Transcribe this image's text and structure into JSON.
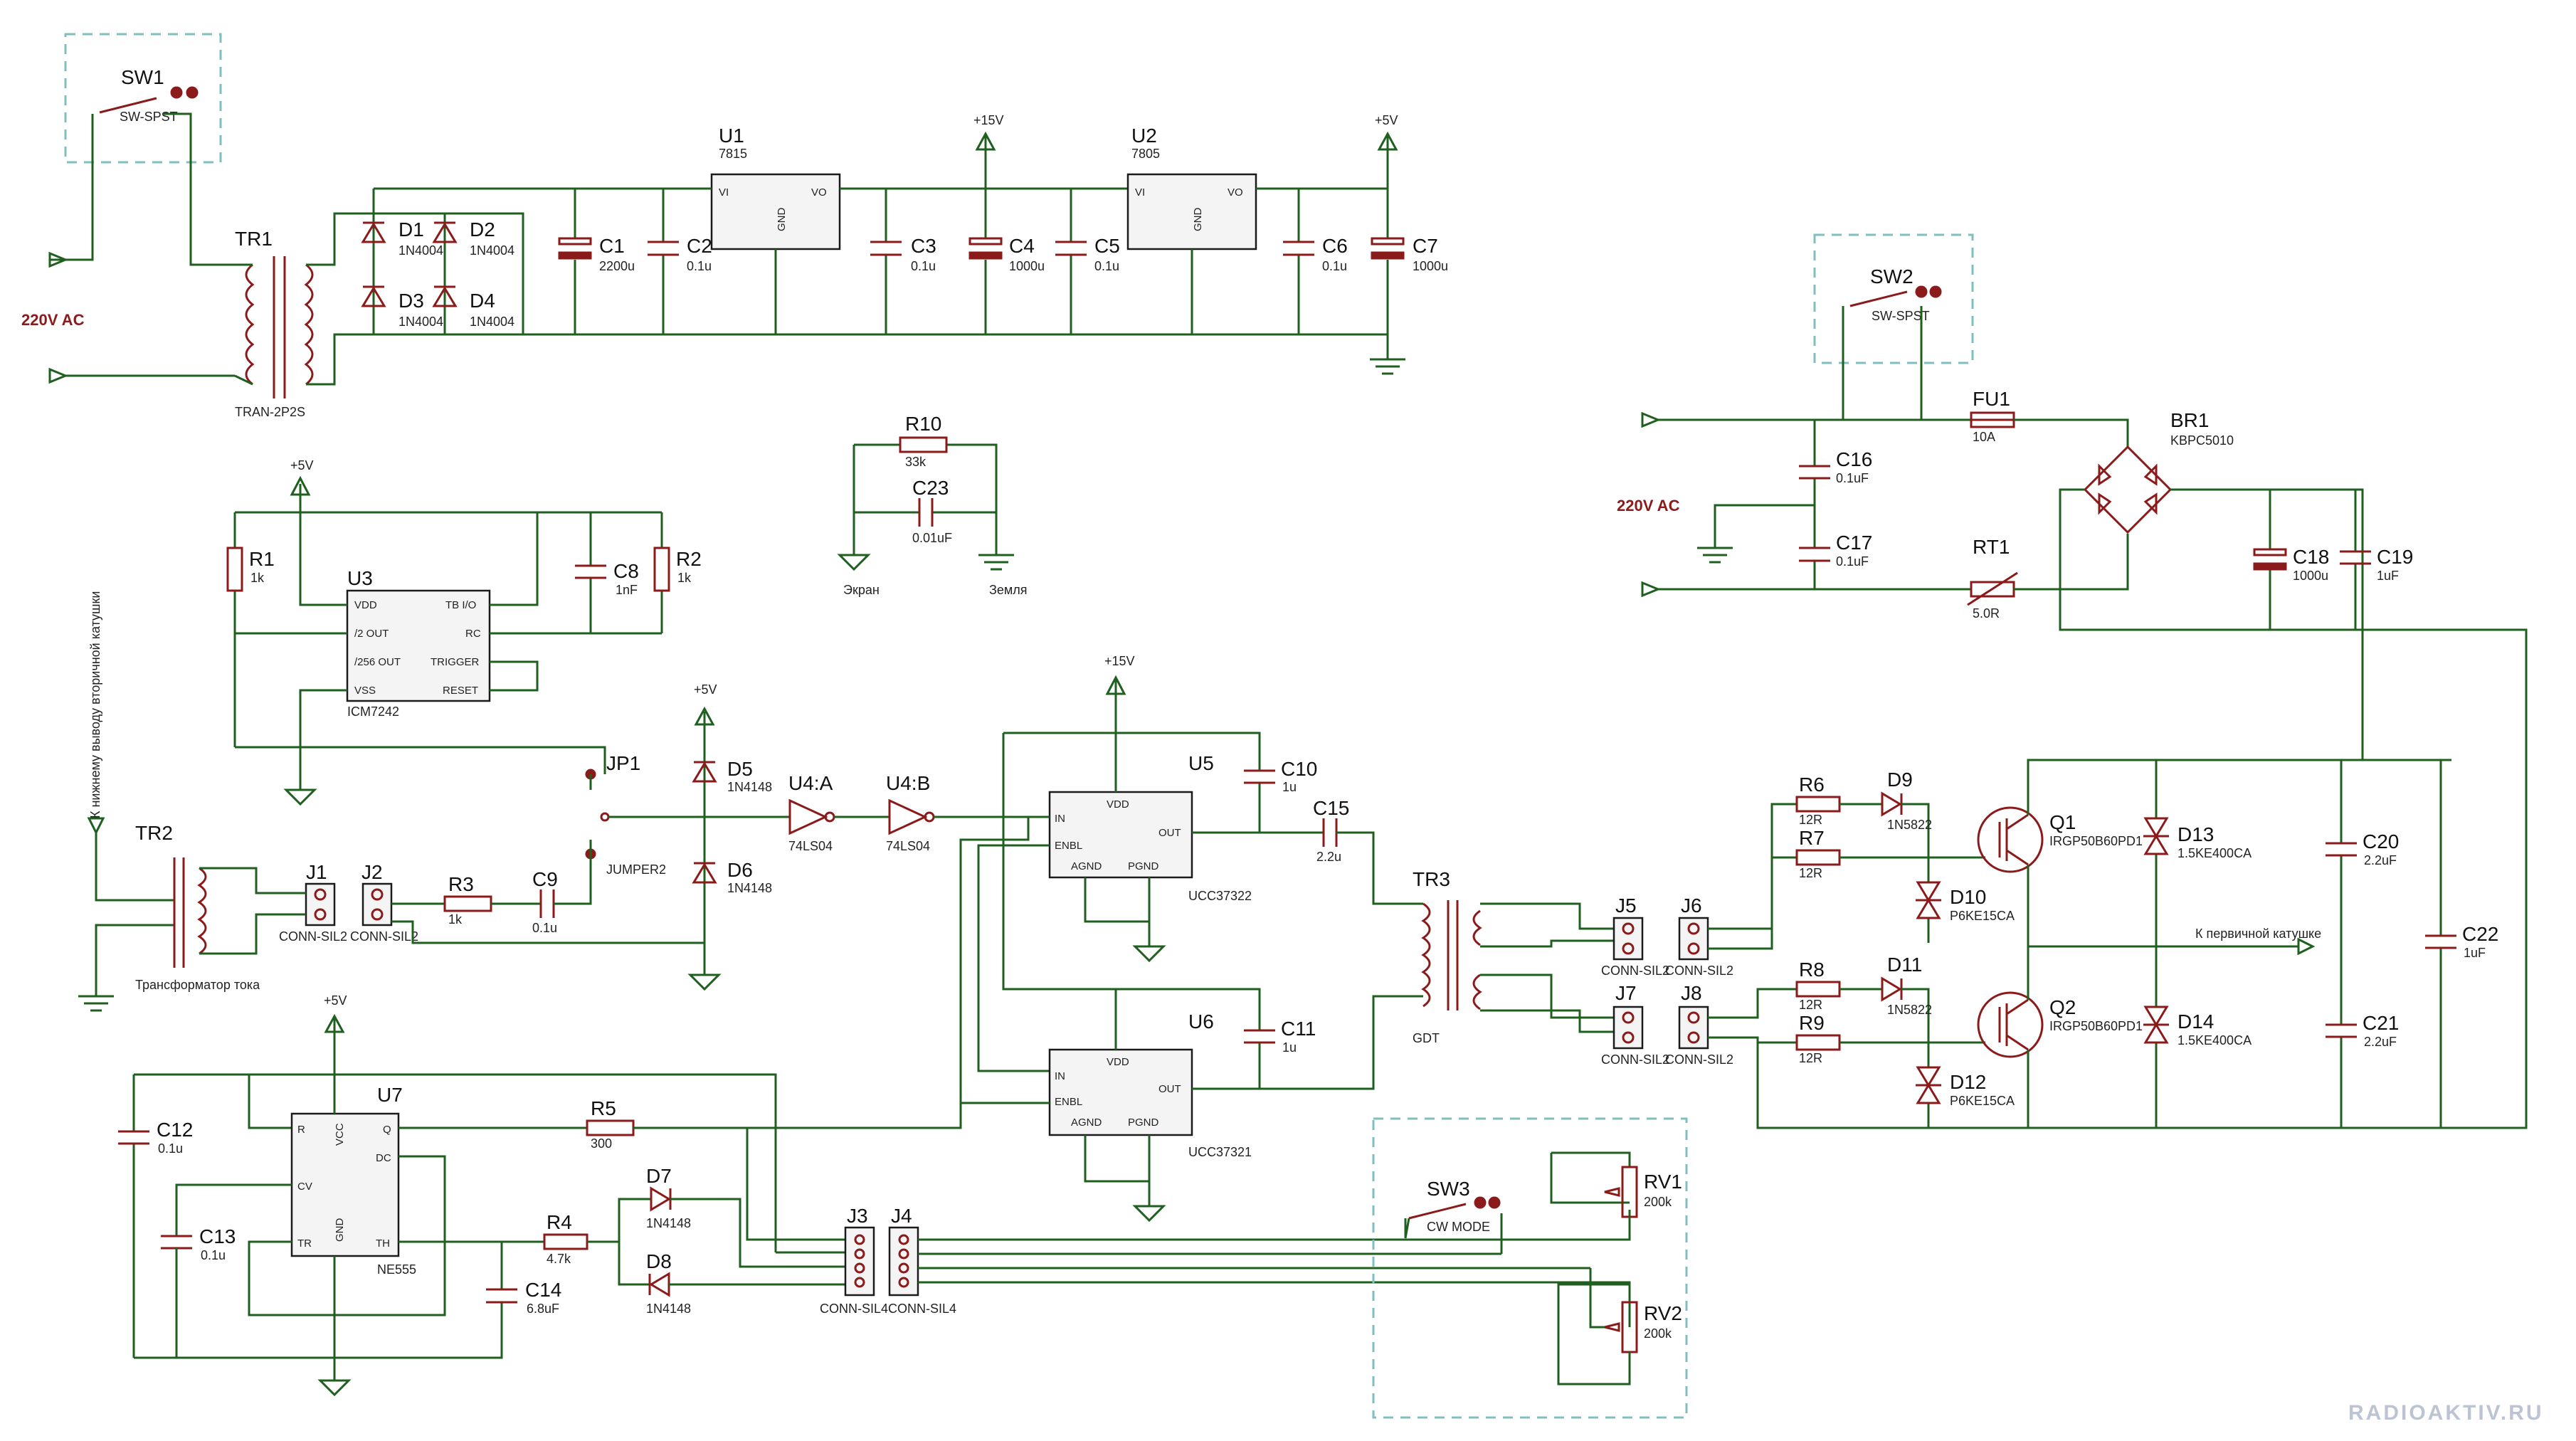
{
  "labels": {
    "sw1": "SW1",
    "sw1_type": "SW-SPST",
    "tr1": "TR1",
    "tr1_type": "TRAN-2P2S",
    "ac1": "220V AC",
    "d1": "D1",
    "d2": "D2",
    "d3": "D3",
    "d4": "D4",
    "d_rect": "1N4004",
    "c1": "C1",
    "c1_v": "2200u",
    "c2": "C2",
    "c2_v": "0.1u",
    "u1": "U1",
    "u1_v": "7815",
    "vi": "VI",
    "vo": "VO",
    "gnd": "GND",
    "c3": "C3",
    "c3_v": "0.1u",
    "p15a": "+15V",
    "c4": "C4",
    "c4_v": "1000u",
    "c5": "C5",
    "c5_v": "0.1u",
    "u2": "U2",
    "u2_v": "7805",
    "c6": "C6",
    "c6_v": "0.1u",
    "p5a": "+5V",
    "c7": "C7",
    "c7_v": "1000u",
    "sw2": "SW2",
    "sw2_type": "SW-SPST",
    "fu1": "FU1",
    "fu1_v": "10A",
    "br1": "BR1",
    "br1_v": "KBPC5010",
    "c16": "C16",
    "c16_v": "0.1uF",
    "c17": "C17",
    "c17_v": "0.1uF",
    "rt1": "RT1",
    "rt1_v": "5.0R",
    "ac2": "220V AC",
    "c18": "C18",
    "c18_v": "1000u",
    "c19": "C19",
    "c19_v": "1uF",
    "r10": "R10",
    "r10_v": "33k",
    "c23": "C23",
    "c23_v": "0.01uF",
    "ekran": "Экран",
    "zemlya": "Земля",
    "p5b": "+5V",
    "r1": "R1",
    "r1_v": "1k",
    "u3": "U3",
    "u3_v": "ICM7242",
    "vdd": "VDD",
    "out2": "/2 OUT",
    "out256": "/256 OUT",
    "vss": "VSS",
    "tbio": "TB I/O",
    "rc": "RC",
    "trigger": "TRIGGER",
    "reset": "RESET",
    "c8": "C8",
    "c8_v": "1nF",
    "r2": "R2",
    "r2_v": "1k",
    "jp1": "JP1",
    "jp1_v": "JUMPER2",
    "p5c": "+5V",
    "d5": "D5",
    "d5_v": "1N4148",
    "d6": "D6",
    "d6_v": "1N4148",
    "u4a": "U4:A",
    "u4b": "U4:B",
    "u4_v": "74LS04",
    "sec_coil": "К нижнему выводу вторичной катушки",
    "tr2": "TR2",
    "tr2_v": "Трансформатор тока",
    "j1": "J1",
    "j2": "J2",
    "conn2": "CONN-SIL2",
    "r3": "R3",
    "r3_v": "1k",
    "c9": "C9",
    "c9_v": "0.1u",
    "p15b": "+15V",
    "u5": "U5",
    "u5_v": "UCC37322",
    "in": "IN",
    "enbl": "ENBL",
    "agnd": "AGND",
    "pgnd": "PGND",
    "out": "OUT",
    "c10": "C10",
    "c10_v": "1u",
    "c15": "C15",
    "c15_v": "2.2u",
    "u6": "U6",
    "u6_v": "UCC37321",
    "c11": "C11",
    "c11_v": "1u",
    "tr3": "TR3",
    "tr3_v": "GDT",
    "j5": "J5",
    "j6": "J6",
    "j7": "J7",
    "j8": "J8",
    "r6": "R6",
    "r7": "R7",
    "r8": "R8",
    "r9": "R9",
    "r_v": "12R",
    "d9": "D9",
    "d11": "D11",
    "d_z": "1N5822",
    "d10": "D10",
    "d12": "D12",
    "d_tvs": "P6KE15CA",
    "q1": "Q1",
    "q2": "Q2",
    "q_v": "IRGP50B60PD1",
    "d13": "D13",
    "d14": "D14",
    "d_tvs2": "1.5KE400CA",
    "c20": "C20",
    "c21": "C21",
    "c_22u": "2.2uF",
    "c22": "C22",
    "c22_v": "1uF",
    "prim": "К первичной катушке",
    "p5d": "+5V",
    "u7": "U7",
    "u7_v": "NE555",
    "r": "R",
    "q": "Q",
    "cv": "CV",
    "dc": "DC",
    "tr": "TR",
    "th": "TH",
    "vcc": "VCC",
    "c12": "C12",
    "c12_v": "0.1u",
    "c13": "C13",
    "c13_v": "0.1u",
    "r5": "R5",
    "r5_v": "300",
    "r4": "R4",
    "r4_v": "4.7k",
    "c14": "C14",
    "c14_v": "6.8uF",
    "d7": "D7",
    "d8": "D8",
    "d78_v": "1N4148",
    "j3": "J3",
    "j4": "J4",
    "conn4": "CONN-SIL4",
    "sw3": "SW3",
    "sw3_v": "CW MODE",
    "rv1": "RV1",
    "rv2": "RV2",
    "rv_v": "200k",
    "watermark": "RADIOAKTIV.RU"
  }
}
